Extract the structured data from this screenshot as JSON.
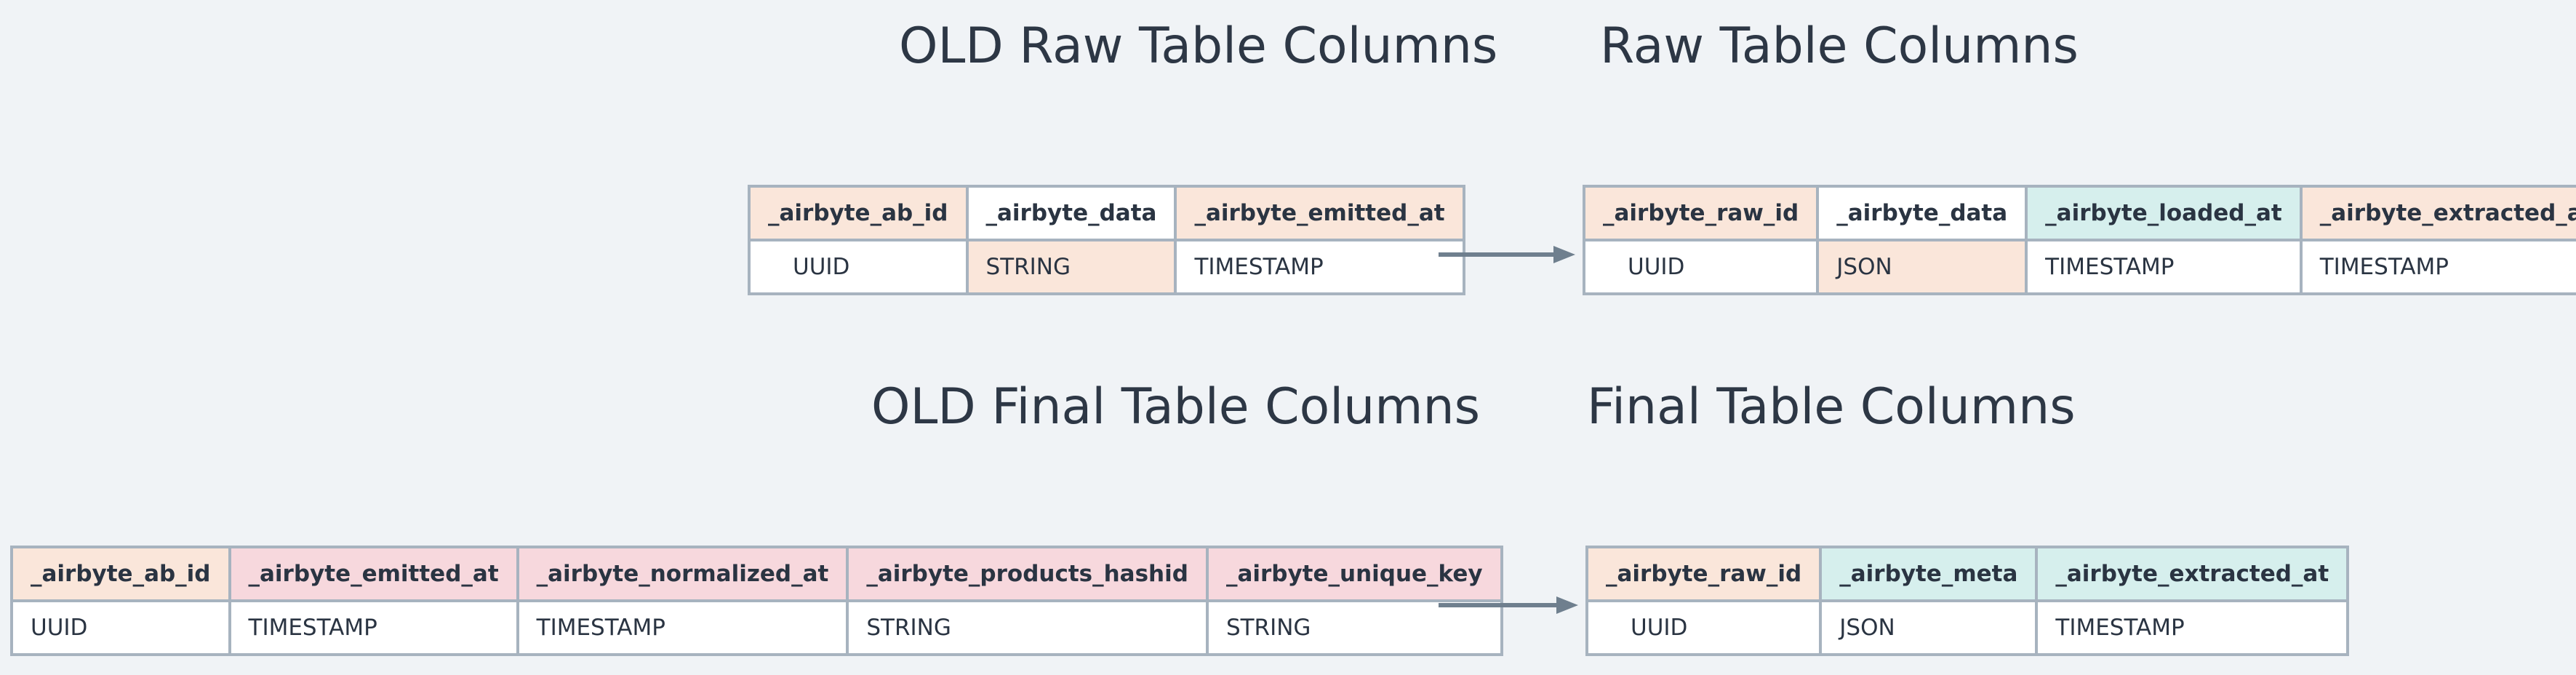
{
  "headings": {
    "old_raw": "OLD Raw Table Columns",
    "new_raw": "Raw Table Columns",
    "old_final": "OLD Final Table Columns",
    "new_final": "Final Table Columns"
  },
  "old_raw": {
    "columns": [
      "_airbyte_ab_id",
      "_airbyte_data",
      "_airbyte_emitted_at"
    ],
    "types": [
      "UUID",
      "STRING",
      "TIMESTAMP"
    ]
  },
  "new_raw": {
    "columns": [
      "_airbyte_raw_id",
      "_airbyte_data",
      "_airbyte_loaded_at",
      "_airbyte_extracted_at"
    ],
    "types": [
      "UUID",
      "JSON",
      "TIMESTAMP",
      "TIMESTAMP"
    ]
  },
  "old_final": {
    "columns": [
      "_airbyte_ab_id",
      "_airbyte_emitted_at",
      "_airbyte_normalized_at",
      "_airbyte_products_hashid",
      "_airbyte_unique_key"
    ],
    "types": [
      "UUID",
      "TIMESTAMP",
      "TIMESTAMP",
      "STRING",
      "STRING"
    ]
  },
  "new_final": {
    "columns": [
      "_airbyte_raw_id",
      "_airbyte_meta",
      "_airbyte_extracted_at"
    ],
    "types": [
      "UUID",
      "JSON",
      "TIMESTAMP"
    ]
  },
  "colors": {
    "peach": "#fae6da",
    "teal": "#d6efed",
    "pink": "#f7d8dd",
    "border": "#a7b3bf",
    "arrow": "#6f7f8e",
    "background": "#f0f3f6"
  }
}
